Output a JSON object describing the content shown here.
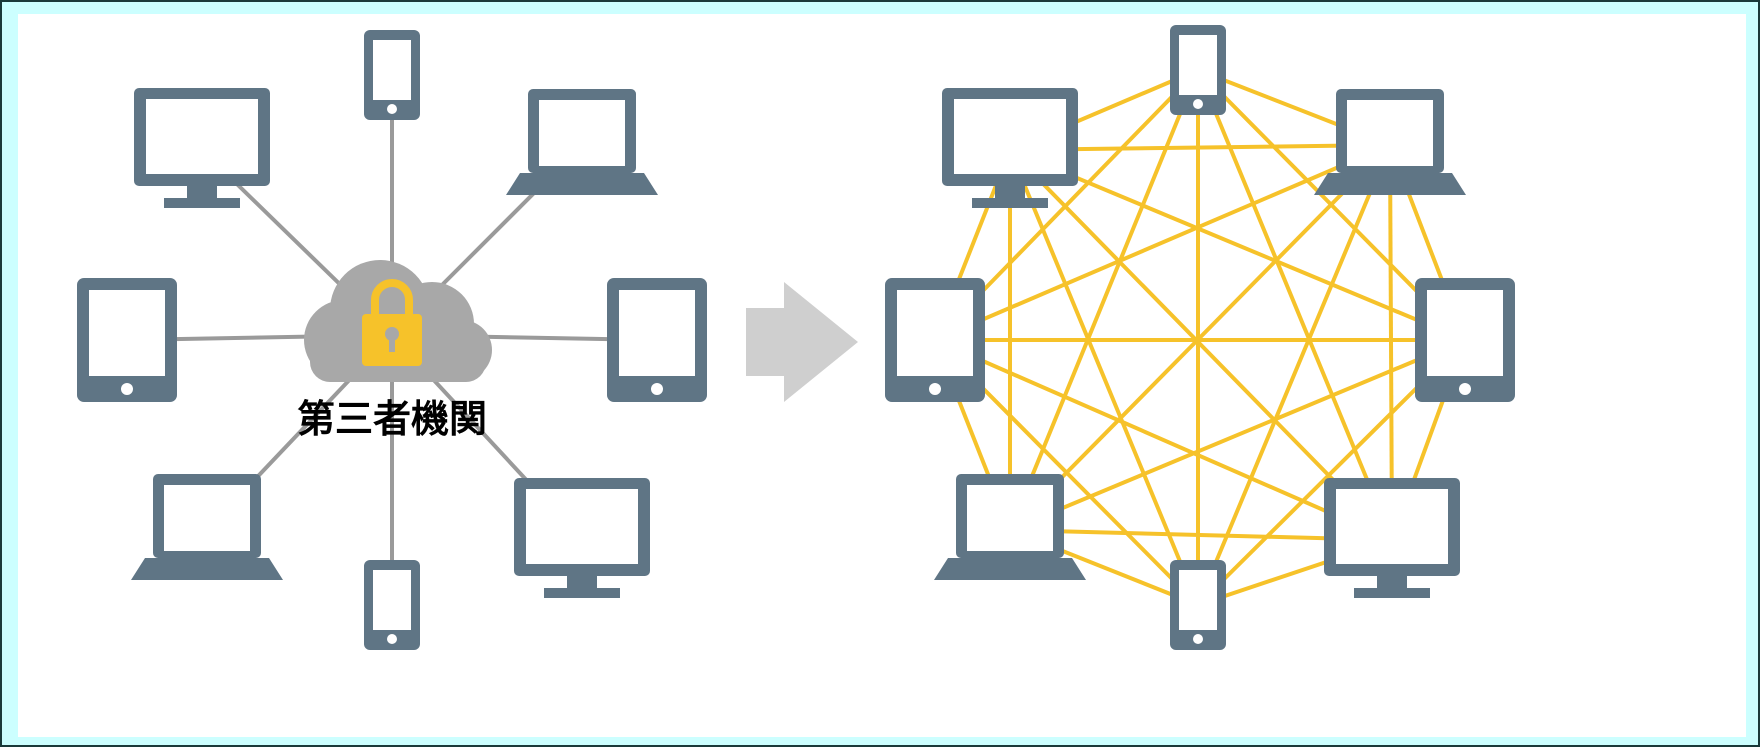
{
  "diagram": {
    "hub_label": "第三者機関"
  },
  "colors": {
    "background": "#ccffff",
    "panel": "#ffffff",
    "device": "#5f7585",
    "hub_link": "#9a9a9a",
    "cloud": "#a8a8a8",
    "lock": "#f6c22a",
    "p2p_link": "#f6c22a",
    "arrow": "#cfcfcf"
  },
  "left_network": {
    "topology": "centralized",
    "devices": [
      "phone-icon",
      "laptop-icon",
      "tablet-icon",
      "monitor-icon",
      "phone-icon",
      "laptop-icon",
      "tablet-icon",
      "monitor-icon"
    ],
    "hub_icon": "cloud-lock-icon"
  },
  "transition_icon": "right-arrow-icon",
  "right_network": {
    "topology": "peer-to-peer",
    "devices": [
      "phone-icon",
      "laptop-icon",
      "tablet-icon",
      "monitor-icon",
      "phone-icon",
      "laptop-icon",
      "tablet-icon",
      "monitor-icon"
    ]
  }
}
